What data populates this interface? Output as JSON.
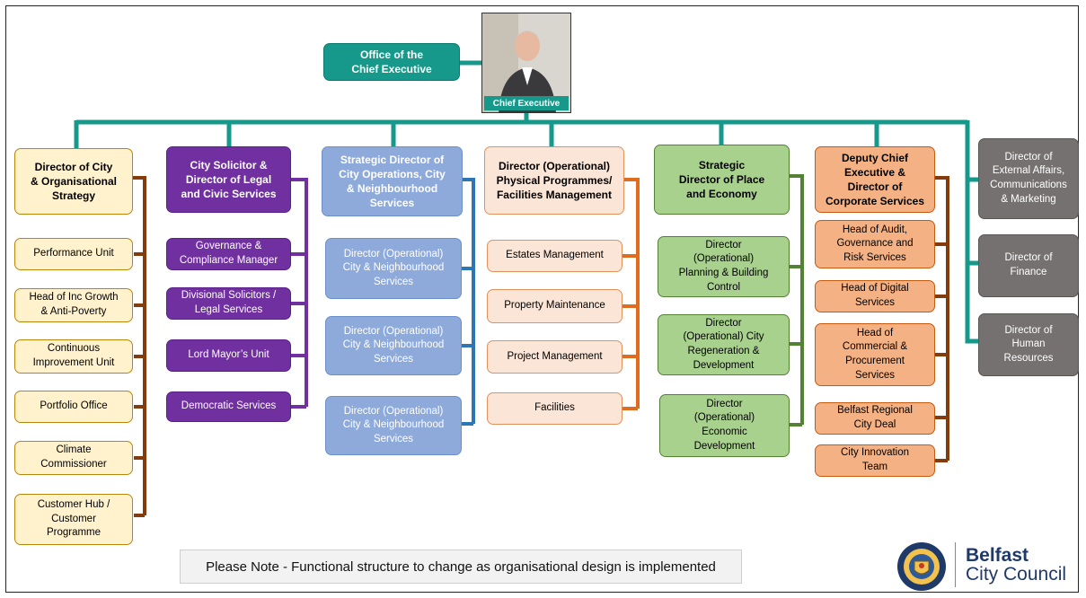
{
  "top": {
    "office": "Office of the\nChief Executive",
    "photo_caption": "Chief Executive"
  },
  "columns": [
    {
      "header": "Director of City\n& Organisational\nStrategy",
      "items": [
        "Performance Unit",
        "Head of Inc Growth\n& Anti-Poverty",
        "Continuous\nImprovement Unit",
        "Portfolio Office",
        "Climate\nCommissioner",
        "Customer Hub /\nCustomer\nProgramme"
      ],
      "line_color": "#843c0c"
    },
    {
      "header": "City Solicitor &\nDirector of Legal\nand Civic Services",
      "items": [
        "Governance &\nCompliance Manager",
        "Divisional Solicitors /\nLegal Services",
        "Lord Mayor’s Unit",
        "Democratic Services"
      ],
      "line_color": "#7030a0"
    },
    {
      "header": "Strategic Director of\nCity Operations, City\n& Neighbourhood\nServices",
      "items": [
        "Director (Operational)\nCity & Neighbourhood\nServices",
        "Director (Operational)\nCity & Neighbourhood\nServices",
        "Director (Operational)\nCity & Neighbourhood\nServices"
      ],
      "line_color": "#2e75b6"
    },
    {
      "header": "Director (Operational)\nPhysical Programmes/\nFacilities Management",
      "items": [
        "Estates Management",
        "Property Maintenance",
        "Project Management",
        "Facilities"
      ],
      "line_color": "#e06c1f"
    },
    {
      "header": "Strategic\nDirector of Place\nand Economy",
      "items": [
        "Director\n(Operational)\nPlanning & Building\nControl",
        "Director\n(Operational) City\nRegeneration &\nDevelopment",
        "Director\n(Operational)\nEconomic\nDevelopment"
      ],
      "line_color": "#548235"
    },
    {
      "header": "Deputy Chief\nExecutive &\nDirector of\nCorporate Services",
      "items": [
        "Head of Audit,\nGovernance and\nRisk Services",
        "Head of Digital\nServices",
        "Head of\nCommercial &\nProcurement\nServices",
        "Belfast Regional\nCity Deal",
        "City Innovation\nTeam"
      ],
      "line_color": "#843c0c"
    }
  ],
  "right_directors": [
    "Director of\nExternal Affairs,\nCommunications\n& Marketing",
    "Director of\nFinance",
    "Director of\nHuman\nResources"
  ],
  "note": "Please Note - Functional structure to change as organisational design is implemented",
  "logo": {
    "name_line1": "Belfast",
    "name_line2": "City Council"
  },
  "colors": {
    "connector": "#16998a",
    "accent_teal": "#16998a"
  }
}
